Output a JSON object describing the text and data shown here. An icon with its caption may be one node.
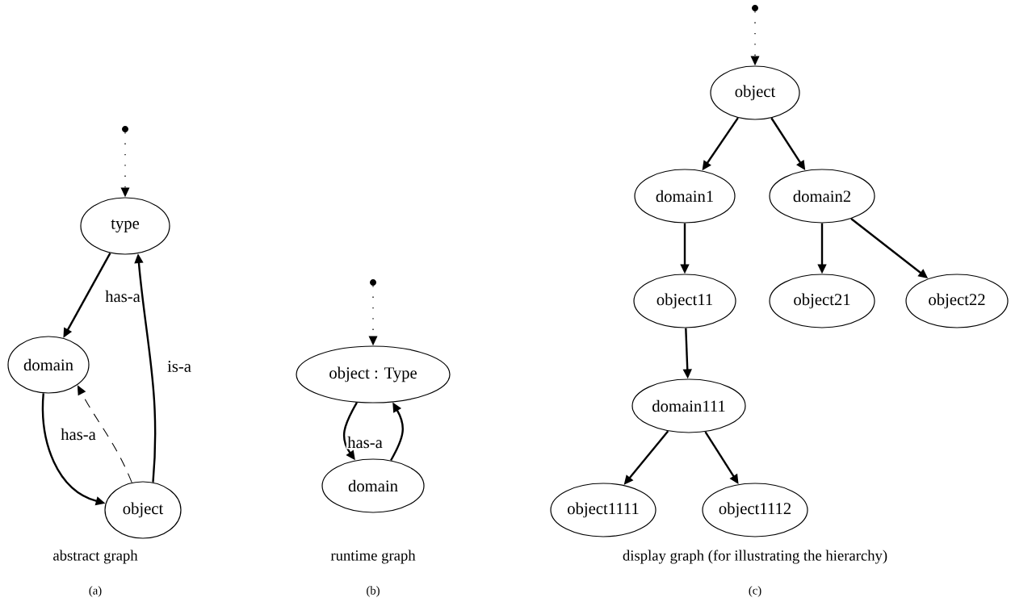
{
  "diagram": {
    "nodes": [
      {
        "text": [],
        "shape": "circle"
      },
      {
        "text": [
          "type"
        ]
      },
      {
        "text": [
          "domain"
        ]
      },
      {
        "text": [
          "object"
        ]
      },
      {
        "text": [],
        "shape": "circle"
      },
      {
        "text": [
          "object : Type"
        ]
      },
      {
        "text": [
          "domain"
        ]
      },
      {
        "text": [],
        "shape": "circle"
      },
      {
        "text": [
          "object"
        ]
      },
      {
        "text": [
          "domain1"
        ]
      },
      {
        "text": [
          "domain2"
        ]
      },
      {
        "text": [
          "object11"
        ]
      },
      {
        "text": [
          "object21"
        ]
      },
      {
        "text": [
          "object22"
        ]
      },
      {
        "text": [
          "domain111"
        ]
      },
      {
        "text": [
          "object1111"
        ]
      },
      {
        "text": [
          "object1112"
        ]
      }
    ],
    "edges": [
      {
        "from": 0,
        "to": 1,
        "arrow": "to",
        "style": "dashed"
      },
      {
        "from": 1,
        "to": 2,
        "arrow": "to",
        "label": "has-a"
      },
      {
        "from": 3,
        "to": 1,
        "arrow": "to",
        "label": "is-a"
      },
      {
        "from": 2,
        "to": 3,
        "arrow": "to",
        "label": "has-a"
      },
      {
        "from": 3,
        "to": 2,
        "arrow": "to",
        "style": "dashed"
      },
      {
        "from": 4,
        "to": 5,
        "arrow": "to",
        "style": "dashed"
      },
      {
        "from": 5,
        "to": 6,
        "arrow": "to",
        "label": "has-a"
      },
      {
        "from": 6,
        "to": 5,
        "arrow": "to"
      },
      {
        "from": 7,
        "to": 8,
        "arrow": "to",
        "style": "dashed"
      },
      {
        "from": 8,
        "to": 9,
        "arrow": "to"
      },
      {
        "from": 8,
        "to": 10,
        "arrow": "to"
      },
      {
        "from": 9,
        "to": 11,
        "arrow": "to"
      },
      {
        "from": 10,
        "to": 12,
        "arrow": "to"
      },
      {
        "from": 10,
        "to": 13,
        "arrow": "to"
      },
      {
        "from": 11,
        "to": 14,
        "arrow": "to"
      },
      {
        "from": 14,
        "to": 15,
        "arrow": "to"
      },
      {
        "from": 14,
        "to": 16,
        "arrow": "to"
      }
    ],
    "labels": [
      "abstract graph",
      "runtime graph",
      "display graph (for illustrating the hierarchy)",
      "(a)",
      "(b)",
      "(c)"
    ]
  }
}
